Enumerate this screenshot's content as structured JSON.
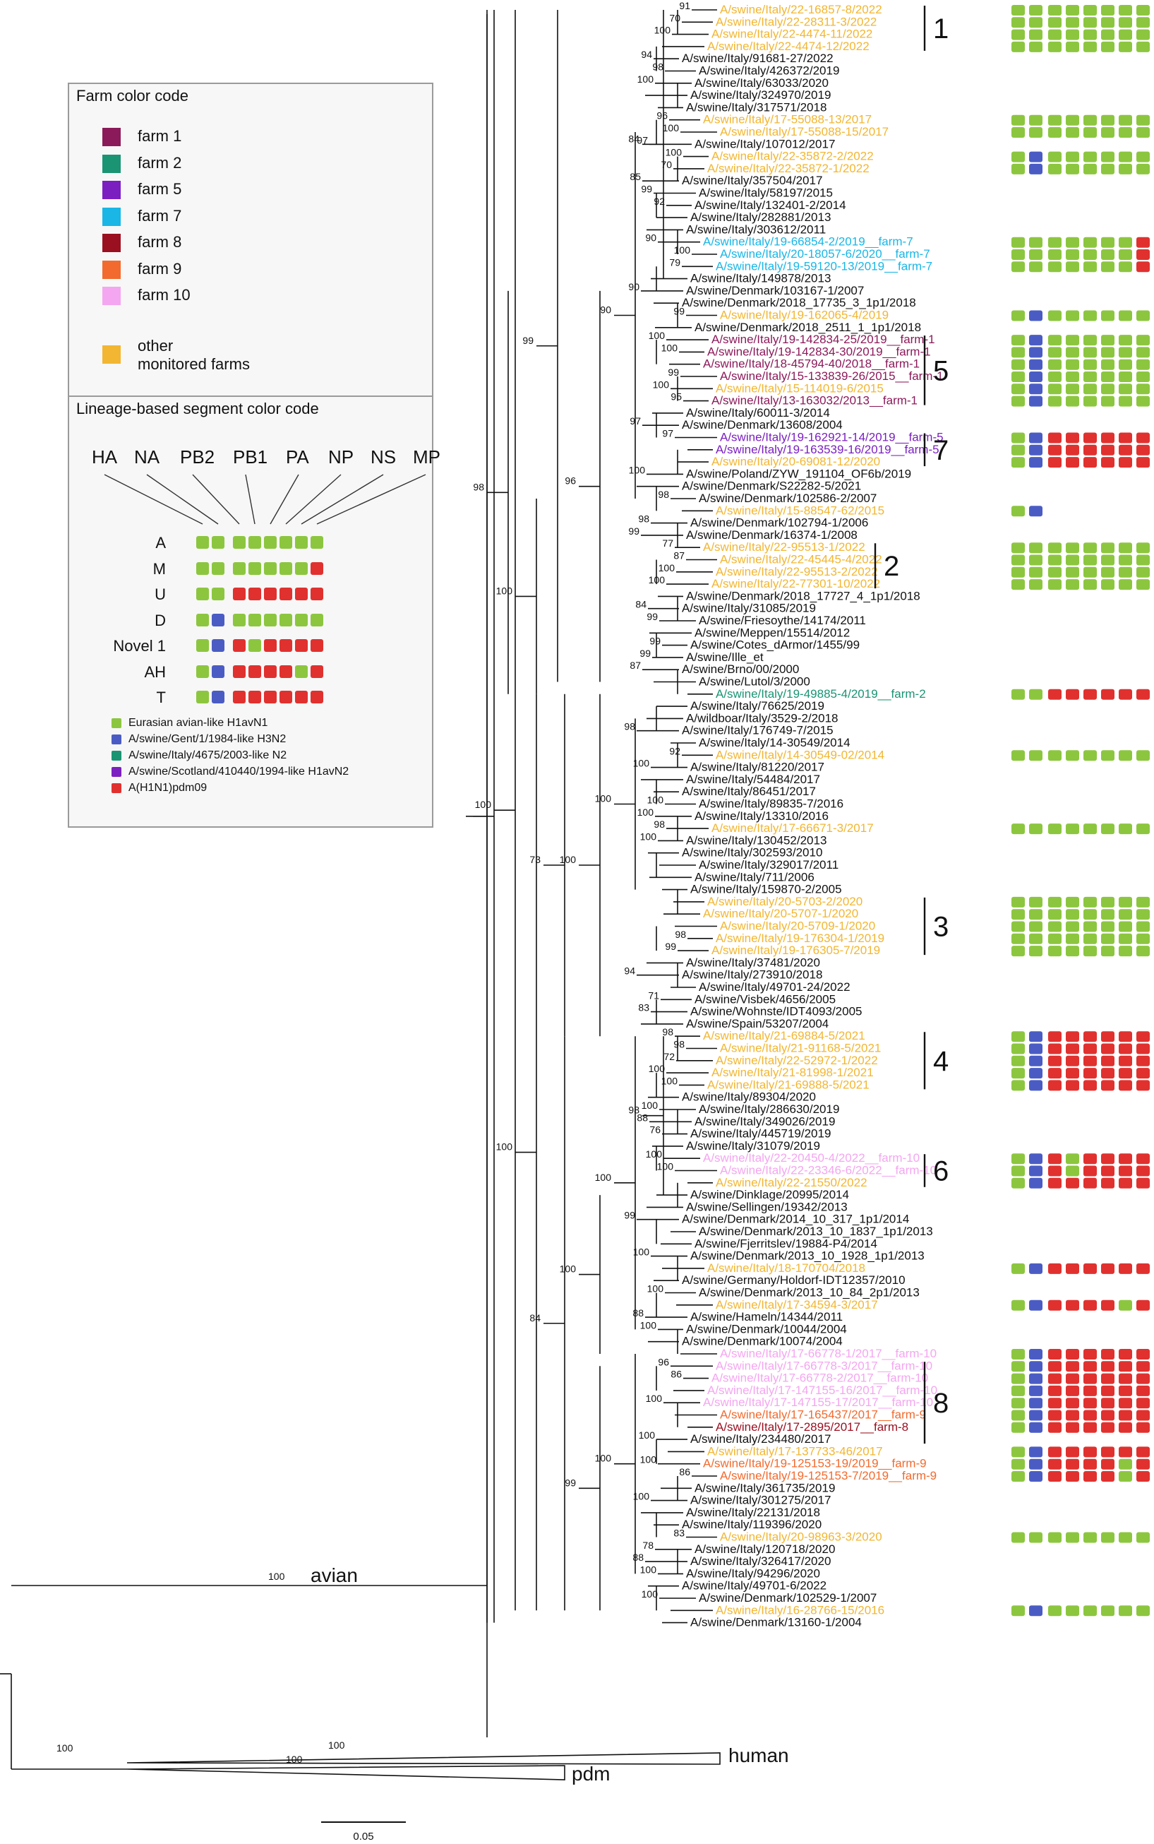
{
  "palette": {
    "green": "#8cc63f",
    "blue": "#4a5cc4",
    "teal": "#1a9473",
    "purple": "#7b1fc0",
    "red": "#e0312f",
    "black": "#111111",
    "other_farms": "#f2b632",
    "farm1": "#8b1a5a",
    "farm2": "#1a9473",
    "farm5": "#7b1fc0",
    "farm7": "#19b6e6",
    "farm8": "#9b1020",
    "farm9": "#f26a2e",
    "farm10": "#f4a6f0"
  },
  "legend": {
    "farm_title": "Farm color code",
    "farms": [
      {
        "label": "farm 1",
        "color": "#8b1a5a"
      },
      {
        "label": "farm 2",
        "color": "#1a9473"
      },
      {
        "label": "farm 5",
        "color": "#7b1fc0"
      },
      {
        "label": "farm 7",
        "color": "#19b6e6"
      },
      {
        "label": "farm 8",
        "color": "#9b1020"
      },
      {
        "label": "farm 9",
        "color": "#f26a2e"
      },
      {
        "label": "farm 10",
        "color": "#f4a6f0"
      }
    ],
    "other_label_1": "other",
    "other_label_2": "monitored farms",
    "other_color": "#f2b632",
    "segment_title": "Lineage-based segment color code",
    "segments": [
      "HA",
      "NA",
      "PB2",
      "PB1",
      "PA",
      "NP",
      "NS",
      "MP"
    ],
    "genotypes": [
      {
        "label": "A",
        "pattern": "gggggggg"
      },
      {
        "label": "M",
        "pattern": "gggggggr"
      },
      {
        "label": "U",
        "pattern": "ggrrrrrr"
      },
      {
        "label": "D",
        "pattern": "gbgggggg"
      },
      {
        "label": "Novel 1",
        "pattern": "gbrgrrrr"
      },
      {
        "label": "AH",
        "pattern": "gbrrrrgr"
      },
      {
        "label": "T",
        "pattern": "gbrrrrrr"
      }
    ],
    "lineages": [
      {
        "label": "Eurasian avian-like H1avN1",
        "color": "#8cc63f"
      },
      {
        "label": "A/swine/Gent/1/1984-like H3N2",
        "color": "#4a5cc4"
      },
      {
        "label": "A/swine/Italy/4675/2003-like N2",
        "color": "#1a9473"
      },
      {
        "label": "A/swine/Scotland/410440/1994-like H1avN2",
        "color": "#7b1fc0"
      },
      {
        "label": "A(H1N1)pdm09",
        "color": "#e0312f"
      }
    ]
  },
  "outgroups": {
    "avian": "avian",
    "human": "human",
    "pdm": "pdm"
  },
  "root_bootstraps": {
    "avian": "100",
    "human": "100",
    "pdm": "100",
    "main": "100"
  },
  "scale_label": "0.05",
  "leaves": [
    {
      "name": "A/swine/Italy/22-16857-8/2022",
      "c": "o",
      "bs": "91",
      "g": "gggggggg",
      "d": 2
    },
    {
      "name": "A/swine/Italy/22-28311-3/2022",
      "c": "o",
      "bs": "70",
      "g": "gggggggg",
      "d": 2
    },
    {
      "name": "A/swine/Italy/22-4474-11/2022",
      "c": "o",
      "bs": "100",
      "g": "gggggggg",
      "d": 2
    },
    {
      "name": "A/swine/Italy/22-4474-12/2022",
      "c": "o",
      "bs": "",
      "g": "gggggggg",
      "d": 2
    },
    {
      "name": "A/swine/Italy/91681-27/2022",
      "c": "k",
      "bs": "94",
      "g": "",
      "d": 1
    },
    {
      "name": "A/swine/Italy/426372/2019",
      "c": "k",
      "bs": "98",
      "g": "",
      "d": 1
    },
    {
      "name": "A/swine/Italy/63033/2020",
      "c": "k",
      "bs": "100",
      "g": "",
      "d": 1
    },
    {
      "name": "A/swine/Italy/324970/2019",
      "c": "k",
      "bs": "",
      "g": "",
      "d": 1
    },
    {
      "name": "A/swine/Italy/317571/2018",
      "c": "k",
      "bs": "",
      "g": "",
      "d": 1
    },
    {
      "name": "A/swine/Italy/17-55088-13/2017",
      "c": "o",
      "bs": "96",
      "g": "gggggggg",
      "d": 2
    },
    {
      "name": "A/swine/Italy/17-55088-15/2017",
      "c": "o",
      "bs": "100",
      "g": "gggggggg",
      "d": 2
    },
    {
      "name": "A/swine/Italy/107012/2017",
      "c": "k",
      "bs": "97",
      "g": "",
      "d": 1
    },
    {
      "name": "A/swine/Italy/22-35872-2/2022",
      "c": "o",
      "bs": "100",
      "g": "gbgggggg",
      "d": 2
    },
    {
      "name": "A/swine/Italy/22-35872-1/2022",
      "c": "o",
      "bs": "70",
      "g": "gbgggggg",
      "d": 2
    },
    {
      "name": "A/swine/Italy/357504/2017",
      "c": "k",
      "bs": "85",
      "g": "",
      "d": 1
    },
    {
      "name": "A/swine/Italy/58197/2015",
      "c": "k",
      "bs": "99",
      "g": "",
      "d": 1
    },
    {
      "name": "A/swine/Italy/132401-2/2014",
      "c": "k",
      "bs": "92",
      "g": "",
      "d": 1
    },
    {
      "name": "A/swine/Italy/282881/2013",
      "c": "k",
      "bs": "",
      "g": "",
      "d": 1
    },
    {
      "name": "A/swine/Italy/303612/2011",
      "c": "k",
      "bs": "",
      "g": "",
      "d": 1
    },
    {
      "name": "A/swine/Italy/19-66854-2/2019__farm-7",
      "c": "f7",
      "bs": "90",
      "g": "gggggggr",
      "d": 2
    },
    {
      "name": "A/swine/Italy/20-18057-6/2020__farm-7",
      "c": "f7",
      "bs": "100",
      "g": "gggggggr",
      "d": 2
    },
    {
      "name": "A/swine/Italy/19-59120-13/2019__farm-7",
      "c": "f7",
      "bs": "79",
      "g": "gggggggr",
      "d": 2
    },
    {
      "name": "A/swine/Italy/149878/2013",
      "c": "k",
      "bs": "",
      "g": "",
      "d": 1
    },
    {
      "name": "A/swine/Denmark/103167-1/2007",
      "c": "k",
      "bs": "90",
      "g": "",
      "d": 1
    },
    {
      "name": "A/swine/Denmark/2018_17735_3_1p1/2018",
      "c": "k",
      "bs": "",
      "g": "",
      "d": 1
    },
    {
      "name": "A/swine/Italy/19-162065-4/2019",
      "c": "o",
      "bs": "99",
      "g": "gbgggggg",
      "d": 2
    },
    {
      "name": "A/swine/Denmark/2018_2511_1_1p1/2018",
      "c": "k",
      "bs": "",
      "g": "",
      "d": 1
    },
    {
      "name": "A/swine/Italy/19-142834-25/2019__farm-1",
      "c": "f1",
      "bs": "100",
      "g": "gbgggggg",
      "d": 2
    },
    {
      "name": "A/swine/Italy/19-142834-30/2019__farm-1",
      "c": "f1",
      "bs": "100",
      "g": "gbgggggg",
      "d": 2
    },
    {
      "name": "A/swine/Italy/18-45794-40/2018__farm-1",
      "c": "f1",
      "bs": "",
      "g": "gbgggggg",
      "d": 2
    },
    {
      "name": "A/swine/Italy/15-133839-26/2015__farm-1",
      "c": "f1",
      "bs": "99",
      "g": "gbgggggg",
      "d": 2
    },
    {
      "name": "A/swine/Italy/15-114019-6/2015",
      "c": "o",
      "bs": "100",
      "g": "gbgggggg",
      "d": 2
    },
    {
      "name": "A/swine/Italy/13-163032/2013__farm-1",
      "c": "f1",
      "bs": "95",
      "g": "gbgggggg",
      "d": 2
    },
    {
      "name": "A/swine/Italy/60011-3/2014",
      "c": "k",
      "bs": "",
      "g": "",
      "d": 1
    },
    {
      "name": "A/swine/Denmark/13608/2004",
      "c": "k",
      "bs": "97",
      "g": "",
      "d": 1
    },
    {
      "name": "A/swine/Italy/19-162921-14/2019__farm-5",
      "c": "f5",
      "bs": "97",
      "g": "gbrrrrrr",
      "d": 2
    },
    {
      "name": "A/swine/Italy/19-163539-16/2019__farm-5",
      "c": "f5",
      "bs": "",
      "g": "gbrrrrrr",
      "d": 2
    },
    {
      "name": "A/swine/Italy/20-69081-12/2020",
      "c": "o",
      "bs": "",
      "g": "gbrrrrrr",
      "d": 2
    },
    {
      "name": "A/swine/Poland/ZYW_191104_OF6b/2019",
      "c": "k",
      "bs": "100",
      "g": "",
      "d": 1
    },
    {
      "name": "A/swine/Denmark/S22282-5/2021",
      "c": "k",
      "bs": "",
      "g": "",
      "d": 1
    },
    {
      "name": "A/swine/Denmark/102586-2/2007",
      "c": "k",
      "bs": "98",
      "g": "",
      "d": 1
    },
    {
      "name": "A/swine/Italy/15-88547-62/2015",
      "c": "o",
      "bs": "",
      "g": "gb",
      "d": 2
    },
    {
      "name": "A/swine/Denmark/102794-1/2006",
      "c": "k",
      "bs": "98",
      "g": "",
      "d": 1
    },
    {
      "name": "A/swine/Denmark/16374-1/2008",
      "c": "k",
      "bs": "99",
      "g": "",
      "d": 1
    },
    {
      "name": "A/swine/Italy/22-95513-1/2022",
      "c": "o",
      "bs": "77",
      "g": "gggggggg",
      "d": 2
    },
    {
      "name": "A/swine/Italy/22-45445-4/2022",
      "c": "o",
      "bs": "87",
      "g": "gggggggg",
      "d": 2
    },
    {
      "name": "A/swine/Italy/22-95513-2/2022",
      "c": "o",
      "bs": "100",
      "g": "gggggggg",
      "d": 2
    },
    {
      "name": "A/swine/Italy/22-77301-10/2022",
      "c": "o",
      "bs": "100",
      "g": "gggggggg",
      "d": 2
    },
    {
      "name": "A/swine/Denmark/2018_17727_4_1p1/2018",
      "c": "k",
      "bs": "",
      "g": "",
      "d": 1
    },
    {
      "name": "A/swine/Italy/31085/2019",
      "c": "k",
      "bs": "84",
      "g": "",
      "d": 1
    },
    {
      "name": "A/swine/Friesoythe/14174/2011",
      "c": "k",
      "bs": "99",
      "g": "",
      "d": 1
    },
    {
      "name": "A/swine/Meppen/15514/2012",
      "c": "k",
      "bs": "",
      "g": "",
      "d": 1
    },
    {
      "name": "A/swine/Cotes_dArmor/1455/99",
      "c": "k",
      "bs": "99",
      "g": "",
      "d": 1
    },
    {
      "name": "A/swine/Ille_et",
      "c": "k",
      "bs": "99",
      "g": "",
      "d": 1
    },
    {
      "name": "A/swine/Brno/00/2000",
      "c": "k",
      "bs": "87",
      "g": "",
      "d": 1
    },
    {
      "name": "A/swine/Lutol/3/2000",
      "c": "k",
      "bs": "",
      "g": "",
      "d": 1
    },
    {
      "name": "A/swine/Italy/19-49885-4/2019__farm-2",
      "c": "f2",
      "bs": "",
      "g": "ggrrrrrr",
      "d": 2
    },
    {
      "name": "A/swine/Italy/76625/2019",
      "c": "k",
      "bs": "",
      "g": "",
      "d": 1
    },
    {
      "name": "A/wildboar/Italy/3529-2/2018",
      "c": "k",
      "bs": "",
      "g": "",
      "d": 1
    },
    {
      "name": "A/swine/Italy/176749-7/2015",
      "c": "k",
      "bs": "98",
      "g": "",
      "d": 1
    },
    {
      "name": "A/swine/Italy/14-30549/2014",
      "c": "k",
      "bs": "",
      "g": "",
      "d": 1
    },
    {
      "name": "A/swine/Italy/14-30549-02/2014",
      "c": "o",
      "bs": "92",
      "g": "gggggggg",
      "d": 2
    },
    {
      "name": "A/swine/Italy/81220/2017",
      "c": "k",
      "bs": "100",
      "g": "",
      "d": 1
    },
    {
      "name": "A/swine/Italy/54484/2017",
      "c": "k",
      "bs": "",
      "g": "",
      "d": 1
    },
    {
      "name": "A/swine/Italy/86451/2017",
      "c": "k",
      "bs": "",
      "g": "",
      "d": 1
    },
    {
      "name": "A/swine/Italy/89835-7/2016",
      "c": "k",
      "bs": "100",
      "g": "",
      "d": 1
    },
    {
      "name": "A/swine/Italy/13310/2016",
      "c": "k",
      "bs": "100",
      "g": "",
      "d": 1
    },
    {
      "name": "A/swine/Italy/17-66671-3/2017",
      "c": "o",
      "bs": "98",
      "g": "gggggggg",
      "d": 2
    },
    {
      "name": "A/swine/Italy/130452/2013",
      "c": "k",
      "bs": "100",
      "g": "",
      "d": 1
    },
    {
      "name": "A/swine/Italy/302593/2010",
      "c": "k",
      "bs": "",
      "g": "",
      "d": 1
    },
    {
      "name": "A/swine/Italy/329017/2011",
      "c": "k",
      "bs": "",
      "g": "",
      "d": 1
    },
    {
      "name": "A/swine/Italy/711/2006",
      "c": "k",
      "bs": "",
      "g": "",
      "d": 1
    },
    {
      "name": "A/swine/Italy/159870-2/2005",
      "c": "k",
      "bs": "",
      "g": "",
      "d": 1
    },
    {
      "name": "A/swine/Italy/20-5703-2/2020",
      "c": "o",
      "bs": "",
      "g": "gggggggg",
      "d": 2
    },
    {
      "name": "A/swine/Italy/20-5707-1/2020",
      "c": "o",
      "bs": "",
      "g": "gggggggg",
      "d": 2
    },
    {
      "name": "A/swine/Italy/20-5709-1/2020",
      "c": "o",
      "bs": "",
      "g": "gggggggg",
      "d": 2
    },
    {
      "name": "A/swine/Italy/19-176304-1/2019",
      "c": "o",
      "bs": "98",
      "g": "gggggggg",
      "d": 2
    },
    {
      "name": "A/swine/Italy/19-176305-7/2019",
      "c": "o",
      "bs": "99",
      "g": "gggggggg",
      "d": 2
    },
    {
      "name": "A/swine/Italy/37481/2020",
      "c": "k",
      "bs": "",
      "g": "",
      "d": 1
    },
    {
      "name": "A/swine/Italy/273910/2018",
      "c": "k",
      "bs": "94",
      "g": "",
      "d": 1
    },
    {
      "name": "A/swine/Italy/49701-24/2022",
      "c": "k",
      "bs": "",
      "g": "",
      "d": 1
    },
    {
      "name": "A/swine/Visbek/4656/2005",
      "c": "k",
      "bs": "71",
      "g": "",
      "d": 1
    },
    {
      "name": "A/swine/Wohnste/IDT4093/2005",
      "c": "k",
      "bs": "83",
      "g": "",
      "d": 1
    },
    {
      "name": "A/swine/Spain/53207/2004",
      "c": "k",
      "bs": "",
      "g": "",
      "d": 1
    },
    {
      "name": "A/swine/Italy/21-69884-5/2021",
      "c": "o",
      "bs": "98",
      "g": "gbrrrrrr",
      "d": 2
    },
    {
      "name": "A/swine/Italy/21-91168-5/2021",
      "c": "o",
      "bs": "98",
      "g": "gbrrrrrr",
      "d": 2
    },
    {
      "name": "A/swine/Italy/22-52972-1/2022",
      "c": "o",
      "bs": "72",
      "g": "gbrrrrrr",
      "d": 2
    },
    {
      "name": "A/swine/Italy/21-81998-1/2021",
      "c": "o",
      "bs": "100",
      "g": "gbrrrrrr",
      "d": 2
    },
    {
      "name": "A/swine/Italy/21-69888-5/2021",
      "c": "o",
      "bs": "100",
      "g": "gbrrrrrr",
      "d": 2
    },
    {
      "name": "A/swine/Italy/89304/2020",
      "c": "k",
      "bs": "",
      "g": "",
      "d": 1
    },
    {
      "name": "A/swine/Italy/286630/2019",
      "c": "k",
      "bs": "100",
      "g": "",
      "d": 1
    },
    {
      "name": "A/swine/Italy/349026/2019",
      "c": "k",
      "bs": "88",
      "g": "",
      "d": 1
    },
    {
      "name": "A/swine/Italy/445719/2019",
      "c": "k",
      "bs": "76",
      "g": "",
      "d": 1
    },
    {
      "name": "A/swine/Italy/31079/2019",
      "c": "k",
      "bs": "",
      "g": "",
      "d": 1
    },
    {
      "name": "A/swine/Italy/22-20450-4/2022__farm-10",
      "c": "f10",
      "bs": "100",
      "g": "gbrgrrrr",
      "d": 2
    },
    {
      "name": "A/swine/Italy/22-23346-6/2022__farm-10",
      "c": "f10",
      "bs": "100",
      "g": "gbrgrrrr",
      "d": 2
    },
    {
      "name": "A/swine/Italy/22-21550/2022",
      "c": "o",
      "bs": "",
      "g": "gbrrrrrr",
      "d": 2
    },
    {
      "name": "A/swine/Dinklage/20995/2014",
      "c": "k",
      "bs": "",
      "g": "",
      "d": 1
    },
    {
      "name": "A/swine/Sellingen/19342/2013",
      "c": "k",
      "bs": "",
      "g": "",
      "d": 1
    },
    {
      "name": "A/swine/Denmark/2014_10_317_1p1/2014",
      "c": "k",
      "bs": "99",
      "g": "",
      "d": 1
    },
    {
      "name": "A/swine/Denmark/2013_10_1837_1p1/2013",
      "c": "k",
      "bs": "",
      "g": "",
      "d": 1
    },
    {
      "name": "A/swine/Fjerritslev/19884-P4/2014",
      "c": "k",
      "bs": "",
      "g": "",
      "d": 1
    },
    {
      "name": "A/swine/Denmark/2013_10_1928_1p1/2013",
      "c": "k",
      "bs": "100",
      "g": "",
      "d": 1
    },
    {
      "name": "A/swine/Italy/18-170704/2018",
      "c": "o",
      "bs": "",
      "g": "gbrrrrrr",
      "d": 2
    },
    {
      "name": "A/swine/Germany/Holdorf-IDT12357/2010",
      "c": "k",
      "bs": "",
      "g": "",
      "d": 1
    },
    {
      "name": "A/swine/Denmark/2013_10_84_2p1/2013",
      "c": "k",
      "bs": "100",
      "g": "",
      "d": 1
    },
    {
      "name": "A/swine/Italy/17-34594-3/2017",
      "c": "o",
      "bs": "",
      "g": "gbrrrrgr",
      "d": 2
    },
    {
      "name": "A/swine/Hameln/14344/2011",
      "c": "k",
      "bs": "88",
      "g": "",
      "d": 1
    },
    {
      "name": "A/swine/Denmark/10044/2004",
      "c": "k",
      "bs": "100",
      "g": "",
      "d": 1
    },
    {
      "name": "A/swine/Denmark/10074/2004",
      "c": "k",
      "bs": "",
      "g": "",
      "d": 1
    },
    {
      "name": "A/swine/Italy/17-66778-1/2017__farm-10",
      "c": "f10",
      "bs": "",
      "g": "gbrrrrrr",
      "d": 2
    },
    {
      "name": "A/swine/Italy/17-66778-3/2017__farm-10",
      "c": "f10",
      "bs": "96",
      "g": "gbrrrrrr",
      "d": 2
    },
    {
      "name": "A/swine/Italy/17-66778-2/2017__farm-10",
      "c": "f10",
      "bs": "86",
      "g": "gbrrrrrr",
      "d": 2
    },
    {
      "name": "A/swine/Italy/17-147155-16/2017__farm-10",
      "c": "f10",
      "bs": "",
      "g": "gbrrrrrr",
      "d": 2
    },
    {
      "name": "A/swine/Italy/17-147155-17/2017__farm-10",
      "c": "f10",
      "bs": "100",
      "g": "gbrrrrrr",
      "d": 2
    },
    {
      "name": "A/swine/Italy/17-165437/2017__farm-9",
      "c": "f9",
      "bs": "",
      "g": "gbrrrrrr",
      "d": 2
    },
    {
      "name": "A/swine/Italy/17-2895/2017__farm-8",
      "c": "f8",
      "bs": "",
      "g": "gbrrrrrr",
      "d": 2
    },
    {
      "name": "A/swine/Italy/234480/2017",
      "c": "k",
      "bs": "100",
      "g": "",
      "d": 1
    },
    {
      "name": "A/swine/Italy/17-137733-46/2017",
      "c": "o",
      "bs": "",
      "g": "gbrrrrrr",
      "d": 2
    },
    {
      "name": "A/swine/Italy/19-125153-19/2019__farm-9",
      "c": "f9",
      "bs": "100",
      "g": "gbrrrrgr",
      "d": 2
    },
    {
      "name": "A/swine/Italy/19-125153-7/2019__farm-9",
      "c": "f9",
      "bs": "86",
      "g": "gbrrrrgr",
      "d": 2
    },
    {
      "name": "A/swine/Italy/361735/2019",
      "c": "k",
      "bs": "",
      "g": "",
      "d": 1
    },
    {
      "name": "A/swine/Italy/301275/2017",
      "c": "k",
      "bs": "100",
      "g": "",
      "d": 1
    },
    {
      "name": "A/swine/Italy/22131/2018",
      "c": "k",
      "bs": "",
      "g": "",
      "d": 1
    },
    {
      "name": "A/swine/Italy/119396/2020",
      "c": "k",
      "bs": "",
      "g": "",
      "d": 1
    },
    {
      "name": "A/swine/Italy/20-98963-3/2020",
      "c": "o",
      "bs": "83",
      "g": "gggggggg",
      "d": 2
    },
    {
      "name": "A/swine/Italy/120718/2020",
      "c": "k",
      "bs": "78",
      "g": "",
      "d": 1
    },
    {
      "name": "A/swine/Italy/326417/2020",
      "c": "k",
      "bs": "88",
      "g": "",
      "d": 1
    },
    {
      "name": "A/swine/Italy/94296/2020",
      "c": "k",
      "bs": "100",
      "g": "",
      "d": 1
    },
    {
      "name": "A/swine/Italy/49701-6/2022",
      "c": "k",
      "bs": "",
      "g": "",
      "d": 1
    },
    {
      "name": "A/swine/Denmark/102529-1/2007",
      "c": "k",
      "bs": "100",
      "g": "",
      "d": 1
    },
    {
      "name": "A/swine/Italy/16-28766-15/2016",
      "c": "o",
      "bs": "",
      "g": "gbgggggg",
      "d": 2
    },
    {
      "name": "A/swine/Denmark/13160-1/2004",
      "c": "k",
      "bs": "",
      "g": "",
      "d": 1
    }
  ],
  "clusters": [
    {
      "label": "1",
      "first": 0,
      "last": 3
    },
    {
      "label": "5",
      "first": 27,
      "last": 32
    },
    {
      "label": "7",
      "first": 35,
      "last": 37
    },
    {
      "label": "2",
      "first": 44,
      "last": 47
    },
    {
      "label": "3",
      "first": 73,
      "last": 77
    },
    {
      "label": "4",
      "first": 84,
      "last": 88
    },
    {
      "label": "6",
      "first": 94,
      "last": 96
    },
    {
      "label": "8",
      "first": 111,
      "last": 117
    }
  ],
  "node_bootstraps": [
    "84",
    "90",
    "96",
    "99",
    "100",
    "98",
    "100",
    "100",
    "73",
    "98",
    "100",
    "100",
    "100",
    "99",
    "84",
    "100",
    "100"
  ]
}
